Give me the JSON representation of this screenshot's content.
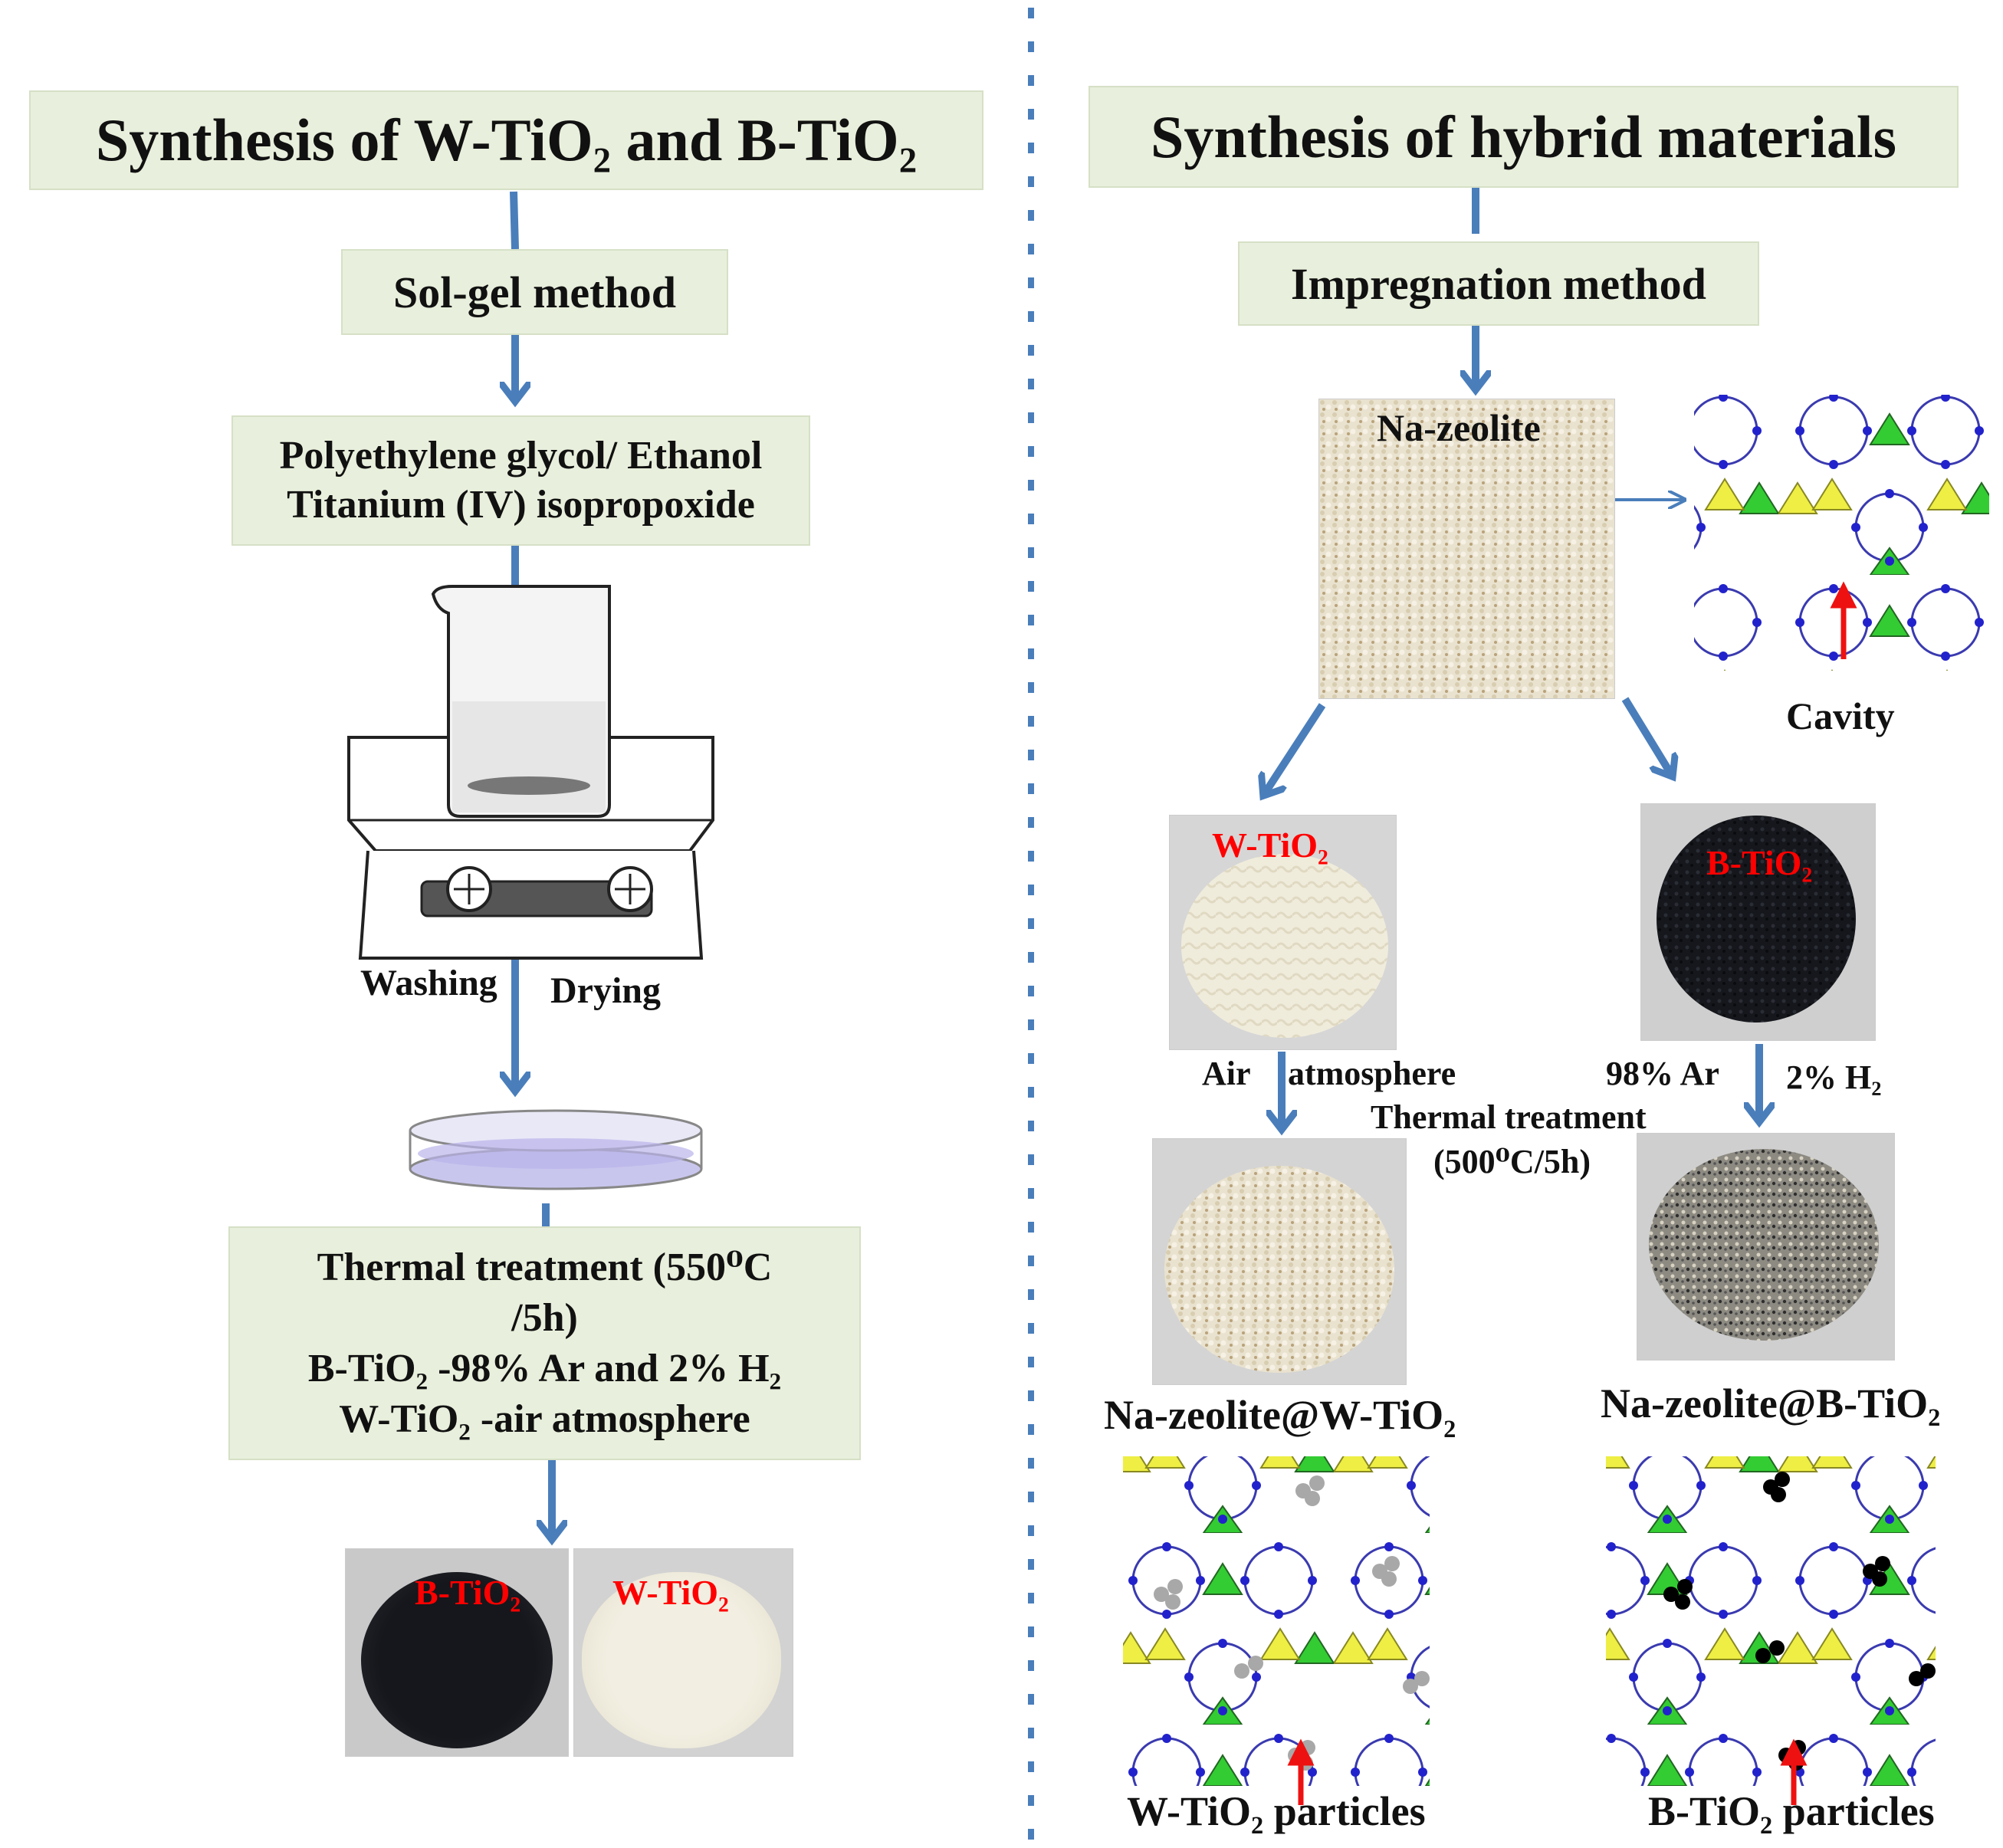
{
  "left": {
    "title": "Synthesis of W-TiO₂ and B-TiO₂",
    "method": "Sol-gel method",
    "reagents_line1": "Polyethylene glycol/ Ethanol",
    "reagents_line2": "Titanium (IV) isopropoxide",
    "washing": "Washing",
    "drying": "Drying",
    "thermal_line1": "Thermal  treatment  (550⁰C",
    "thermal_line2": "/5h)",
    "thermal_line3": "B-TiO₂ -98% Ar and 2% H₂",
    "thermal_line4": "W-TiO₂ -air atmosphere",
    "photo_b_label": "B-TiO₂",
    "photo_w_label": "W-TiO₂"
  },
  "right": {
    "title": "Synthesis of hybrid materials",
    "method": "Impregnation method",
    "zeolite_label": "Na-zeolite",
    "cavity": "Cavity",
    "w_label": "W-TiO₂",
    "b_label": "B-TiO₂",
    "air": "Air",
    "atmosphere": "atmosphere",
    "ar": "98% Ar",
    "h2": "2% H₂",
    "thermal_line1": "Thermal  treatment",
    "thermal_line2": "(500⁰C/5h)",
    "product_w": "Na-zeolite@W-TiO₂",
    "product_b": "Na-zeolite@B-TiO₂",
    "particles_w": "W-TiO₂  particles",
    "particles_b": "B-TiO₂ particles"
  },
  "colors": {
    "arrow": "#4a7ebb",
    "box": "#e8efdc",
    "red_label": "#ff0000",
    "divider": "#4a7ebb"
  }
}
